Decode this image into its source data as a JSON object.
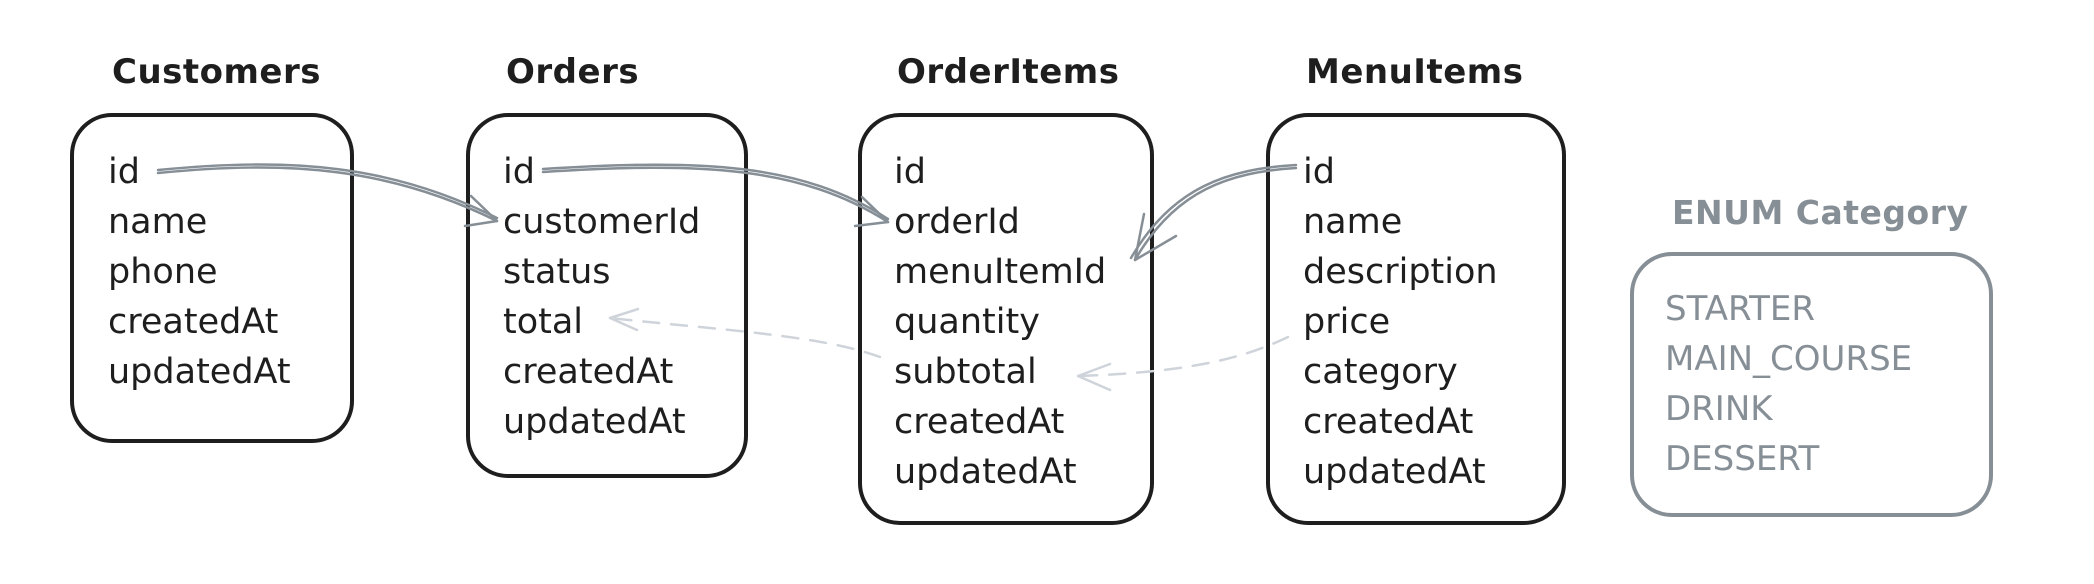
{
  "tables": {
    "customers": {
      "name": "Customers",
      "fields": [
        "id",
        "name",
        "phone",
        "createdAt",
        "updatedAt"
      ]
    },
    "orders": {
      "name": "Orders",
      "fields": [
        "id",
        "customerId",
        "status",
        "total",
        "createdAt",
        "updatedAt"
      ]
    },
    "orderitems": {
      "name": "OrderItems",
      "fields": [
        "id",
        "orderId",
        "menuItemId",
        "quantity",
        "subtotal",
        "createdAt",
        "updatedAt"
      ]
    },
    "menuitems": {
      "name": "MenuItems",
      "fields": [
        "id",
        "name",
        "description",
        "price",
        "category",
        "createdAt",
        "updatedAt"
      ]
    }
  },
  "enum_category": {
    "title": "ENUM Category",
    "values": [
      "STARTER",
      "MAIN_COURSE",
      "DRINK",
      "DESSERT"
    ]
  },
  "colors": {
    "stroke": "#1e1e1e",
    "connector": "#868e96",
    "derived": "#ced4da"
  }
}
